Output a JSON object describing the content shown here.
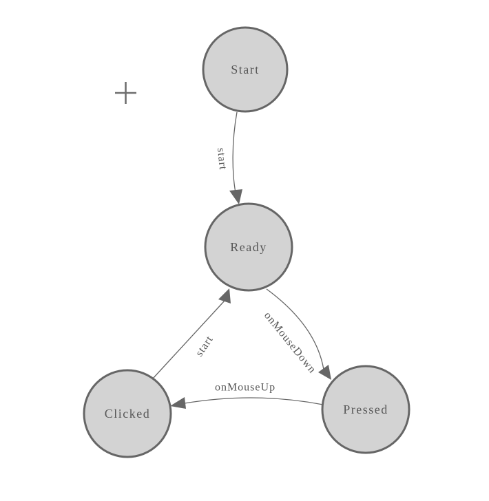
{
  "diagram": {
    "nodes": [
      {
        "id": "start",
        "label": "Start"
      },
      {
        "id": "ready",
        "label": "Ready"
      },
      {
        "id": "clicked",
        "label": "Clicked"
      },
      {
        "id": "pressed",
        "label": "Pressed"
      }
    ],
    "edges": [
      {
        "from": "Start",
        "to": "Ready",
        "label": "start"
      },
      {
        "from": "Ready",
        "to": "Pressed",
        "label": "onMouseDown"
      },
      {
        "from": "Pressed",
        "to": "Clicked",
        "label": "onMouseUp"
      },
      {
        "from": "Clicked",
        "to": "Ready",
        "label": "start"
      }
    ],
    "icons": {
      "crosshair": "+"
    },
    "colors": {
      "node_fill": "#d3d3d3",
      "node_border": "#666666",
      "edge_line": "#666666",
      "arrowhead": "#666666",
      "label_text": "#575757",
      "crosshair": "#6e6e6e",
      "background": "#ffffff"
    }
  }
}
